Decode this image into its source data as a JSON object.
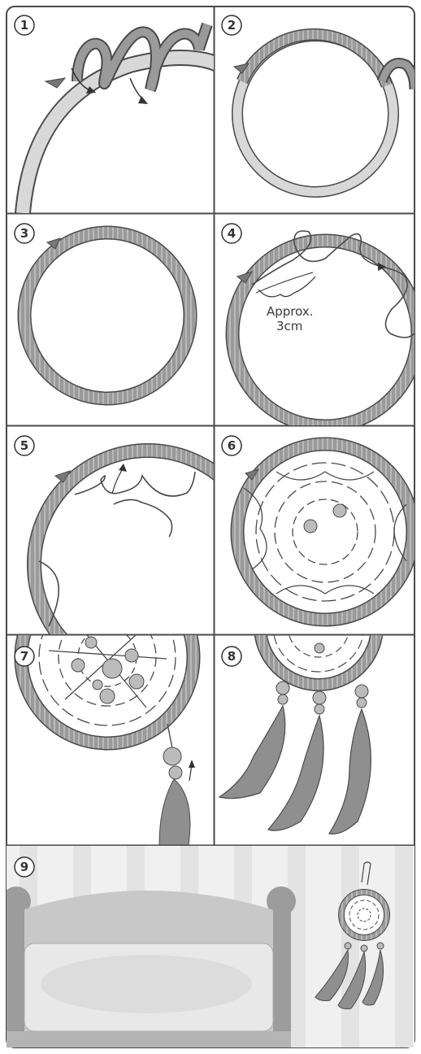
{
  "panels": [
    {
      "number": "1"
    },
    {
      "number": "2"
    },
    {
      "number": "3"
    },
    {
      "number": "4",
      "annotation_line1": "Approx.",
      "annotation_line2": "3cm"
    },
    {
      "number": "5"
    },
    {
      "number": "6"
    },
    {
      "number": "7"
    },
    {
      "number": "8"
    },
    {
      "number": "9"
    }
  ],
  "colors": {
    "frame": "#4a4a4a",
    "wrap": "#9a9a9a",
    "hoop": "#d8d8d8",
    "thread": "#555555",
    "feather": "#8f8f8f",
    "wall_stripe": "#e6e6e6"
  }
}
